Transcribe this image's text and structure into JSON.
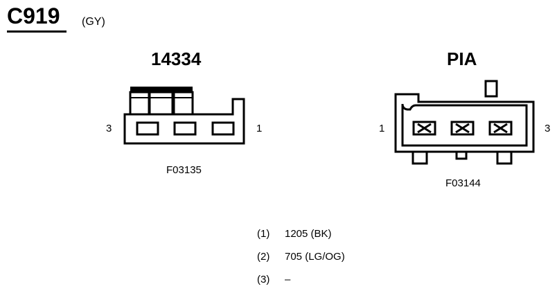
{
  "connector": {
    "id": "C919",
    "color_code": "(GY)"
  },
  "left_view": {
    "title": "14334",
    "pin_left": "3",
    "pin_right": "1",
    "figure_code": "F03135"
  },
  "right_view": {
    "title": "PIA",
    "pin_left": "1",
    "pin_right": "3",
    "figure_code": "F03144"
  },
  "pinout": [
    {
      "pin": "(1)",
      "circuit": "1205 (BK)"
    },
    {
      "pin": "(2)",
      "circuit": "705 (LG/OG)"
    },
    {
      "pin": "(3)",
      "circuit": "–"
    }
  ]
}
